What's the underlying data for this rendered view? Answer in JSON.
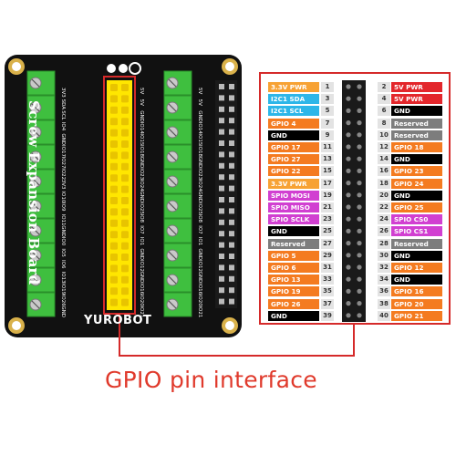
{
  "board": {
    "title": "Screw Expansion Board",
    "brand": "YUROBOT",
    "colors": {
      "pcb": "#111111",
      "terminal": "#3fbf3f",
      "header_highlight": "#ffe600",
      "frame": "#d52a2a",
      "pin_header": "#1a1a1a"
    },
    "left_labels": [
      "3V3",
      "SDA",
      "SCL",
      "IO4",
      "GND",
      "IO17",
      "IO27",
      "IO22",
      "3V3",
      "IO10",
      "IO9",
      "IO11",
      "GND",
      "IO0",
      "IO5",
      "IO6",
      "IO13",
      "IO19",
      "IO26",
      "GND"
    ],
    "center_left_labels": [
      "5V",
      "5V",
      "GND",
      "IO14",
      "IO15",
      "IO18",
      "GND",
      "IO23",
      "IO24",
      "GND",
      "IO25",
      "IO8",
      "IO7",
      "IO1",
      "GND",
      "IO12",
      "GND",
      "IO16",
      "IO20",
      "IO21"
    ],
    "right_labels": [
      "5V",
      "5V",
      "GND",
      "IO14",
      "IO15",
      "IO18",
      "GND",
      "IO23",
      "IO24",
      "GND",
      "IO25",
      "IO8",
      "IO7",
      "IO1",
      "GND",
      "IO12",
      "GND",
      "IO16",
      "IO20",
      "IO21"
    ]
  },
  "pinout": {
    "rows": [
      {
        "left": "3.3V PWR",
        "ln": "1",
        "rn": "2",
        "right": "5V PWR",
        "lc": "#f7a234",
        "rc": "#e3262b"
      },
      {
        "left": "I2C1 SDA",
        "ln": "3",
        "rn": "4",
        "right": "5V PWR",
        "lc": "#2db6e8",
        "rc": "#e3262b"
      },
      {
        "left": "I2C1 SCL",
        "ln": "5",
        "rn": "6",
        "right": "GND",
        "lc": "#2db6e8",
        "rc": "#000000"
      },
      {
        "left": "GPIO 4",
        "ln": "7",
        "rn": "8",
        "right": "Reserved",
        "lc": "#f47b20",
        "rc": "#7d7d7d"
      },
      {
        "left": "GND",
        "ln": "9",
        "rn": "10",
        "right": "Reserved",
        "lc": "#000000",
        "rc": "#7d7d7d"
      },
      {
        "left": "GPIO 17",
        "ln": "11",
        "rn": "12",
        "right": "GPIO 18",
        "lc": "#f47b20",
        "rc": "#f47b20"
      },
      {
        "left": "GPIO 27",
        "ln": "13",
        "rn": "14",
        "right": "GND",
        "lc": "#f47b20",
        "rc": "#000000"
      },
      {
        "left": "GPIO 22",
        "ln": "15",
        "rn": "16",
        "right": "GPIO 23",
        "lc": "#f47b20",
        "rc": "#f47b20"
      },
      {
        "left": "3.3V PWR",
        "ln": "17",
        "rn": "18",
        "right": "GPIO 24",
        "lc": "#f7a234",
        "rc": "#f47b20"
      },
      {
        "left": "SPIO MOSI",
        "ln": "19",
        "rn": "20",
        "right": "GND",
        "lc": "#d13fd1",
        "rc": "#000000"
      },
      {
        "left": "SPIO MISO",
        "ln": "21",
        "rn": "22",
        "right": "GPIO 25",
        "lc": "#d13fd1",
        "rc": "#f47b20"
      },
      {
        "left": "SPIO SCLK",
        "ln": "23",
        "rn": "24",
        "right": "SPIO CS0",
        "lc": "#d13fd1",
        "rc": "#d13fd1"
      },
      {
        "left": "GND",
        "ln": "25",
        "rn": "26",
        "right": "SPIO CS1",
        "lc": "#000000",
        "rc": "#d13fd1"
      },
      {
        "left": "Reserved",
        "ln": "27",
        "rn": "28",
        "right": "Reserved",
        "lc": "#7d7d7d",
        "rc": "#7d7d7d"
      },
      {
        "left": "GPIO 5",
        "ln": "29",
        "rn": "30",
        "right": "GND",
        "lc": "#f47b20",
        "rc": "#000000"
      },
      {
        "left": "GPIO 6",
        "ln": "31",
        "rn": "32",
        "right": "GPIO 12",
        "lc": "#f47b20",
        "rc": "#f47b20"
      },
      {
        "left": "GPIO 13",
        "ln": "33",
        "rn": "34",
        "right": "GND",
        "lc": "#f47b20",
        "rc": "#000000"
      },
      {
        "left": "GPIO 19",
        "ln": "35",
        "rn": "36",
        "right": "GPIO 16",
        "lc": "#f47b20",
        "rc": "#f47b20"
      },
      {
        "left": "GPIO 26",
        "ln": "37",
        "rn": "38",
        "right": "GPIO 20",
        "lc": "#f47b20",
        "rc": "#f47b20"
      },
      {
        "left": "GND",
        "ln": "39",
        "rn": "40",
        "right": "GPIO 21",
        "lc": "#000000",
        "rc": "#f47b20"
      }
    ]
  },
  "caption": "GPIO pin interface"
}
